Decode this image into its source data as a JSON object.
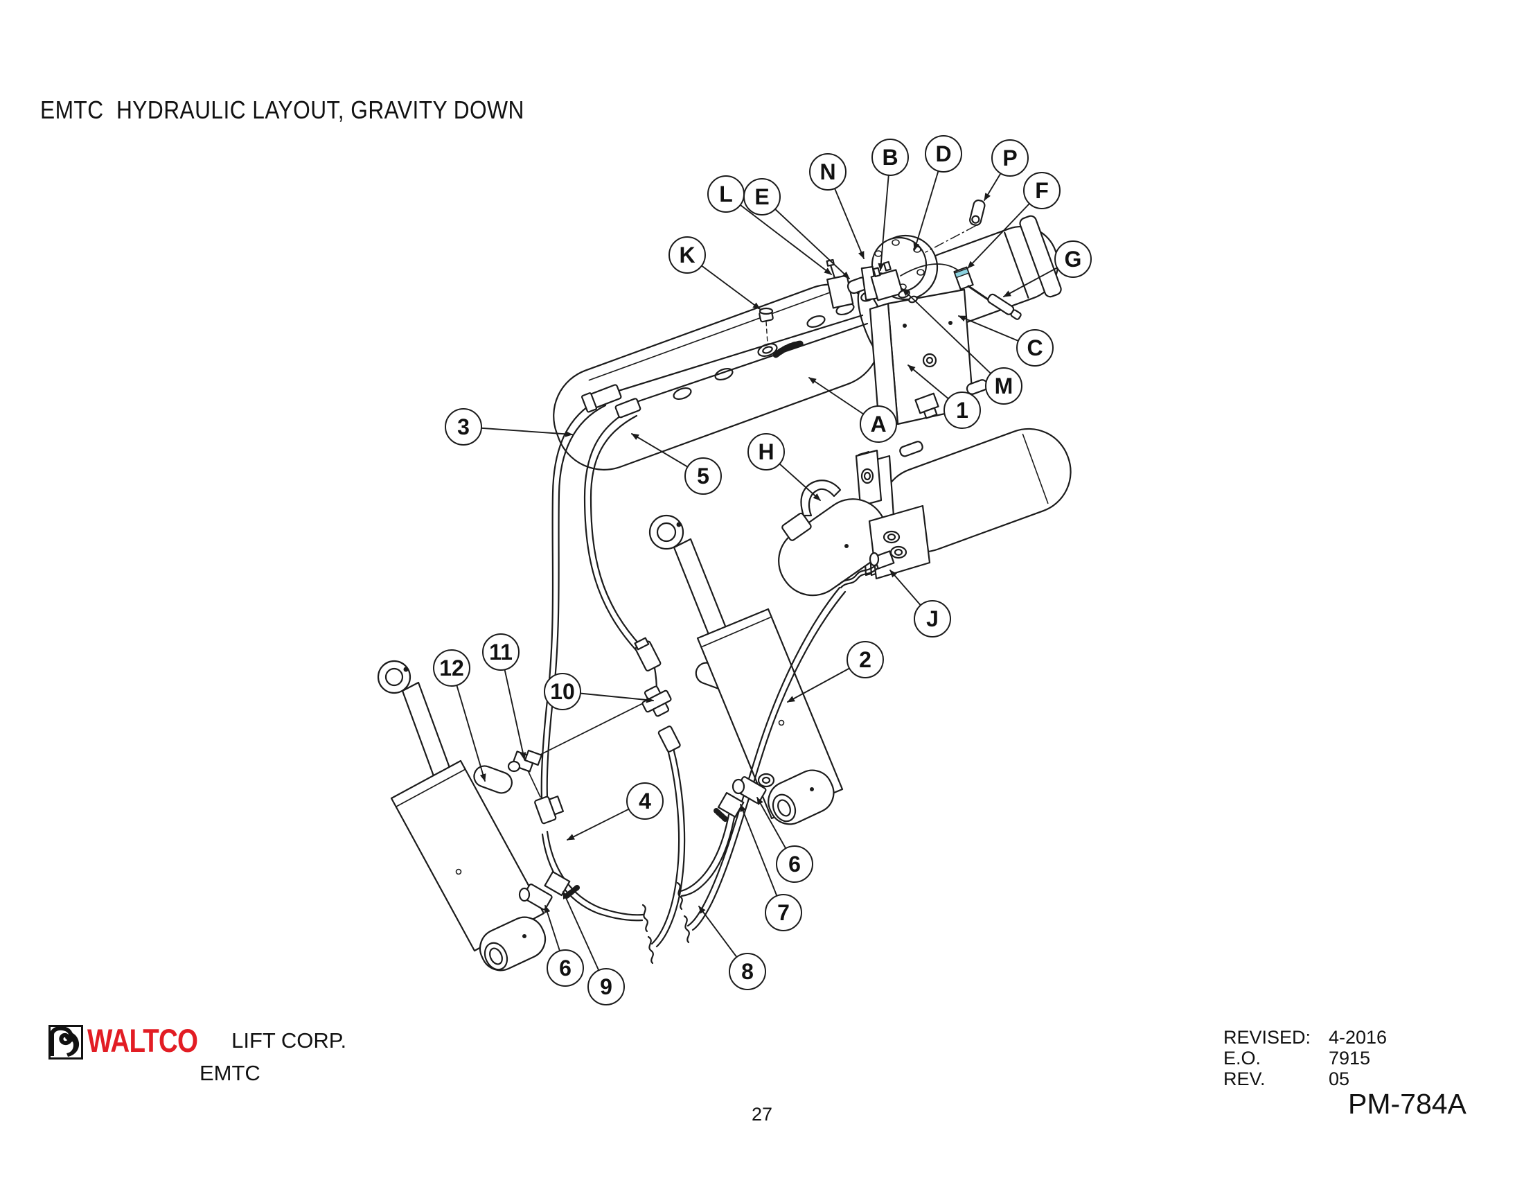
{
  "title": "EMTC  HYDRAULIC LAYOUT, GRAVITY DOWN",
  "page_number": "27",
  "callouts": [
    {
      "id": "L",
      "label": "L"
    },
    {
      "id": "E",
      "label": "E"
    },
    {
      "id": "N",
      "label": "N"
    },
    {
      "id": "B",
      "label": "B"
    },
    {
      "id": "D",
      "label": "D"
    },
    {
      "id": "P",
      "label": "P"
    },
    {
      "id": "F",
      "label": "F"
    },
    {
      "id": "K",
      "label": "K"
    },
    {
      "id": "G",
      "label": "G"
    },
    {
      "id": "C",
      "label": "C"
    },
    {
      "id": "M",
      "label": "M"
    },
    {
      "id": "A",
      "label": "A"
    },
    {
      "id": "H",
      "label": "H"
    },
    {
      "id": "J",
      "label": "J"
    },
    {
      "id": "1",
      "label": "1"
    },
    {
      "id": "2",
      "label": "2"
    },
    {
      "id": "3",
      "label": "3"
    },
    {
      "id": "4",
      "label": "4"
    },
    {
      "id": "5",
      "label": "5"
    },
    {
      "id": "6a",
      "label": "6"
    },
    {
      "id": "6b",
      "label": "6"
    },
    {
      "id": "7",
      "label": "7"
    },
    {
      "id": "8",
      "label": "8"
    },
    {
      "id": "9",
      "label": "9"
    },
    {
      "id": "10",
      "label": "10"
    },
    {
      "id": "11",
      "label": "11"
    },
    {
      "id": "12",
      "label": "12"
    }
  ],
  "footer": {
    "logo_text": "WALTCO",
    "company": "LIFT CORP.",
    "model": "EMTC",
    "revised_label": "REVISED:",
    "revised_value": "4-2016",
    "eo_label": "E.O.",
    "eo_value": "7915",
    "rev_label": "REV.",
    "rev_value": "05",
    "doc_number": "PM-784A"
  },
  "colors": {
    "line": "#1b1b1b",
    "logo_red": "#e21d24",
    "fitting_accent": "#8cd2df"
  }
}
